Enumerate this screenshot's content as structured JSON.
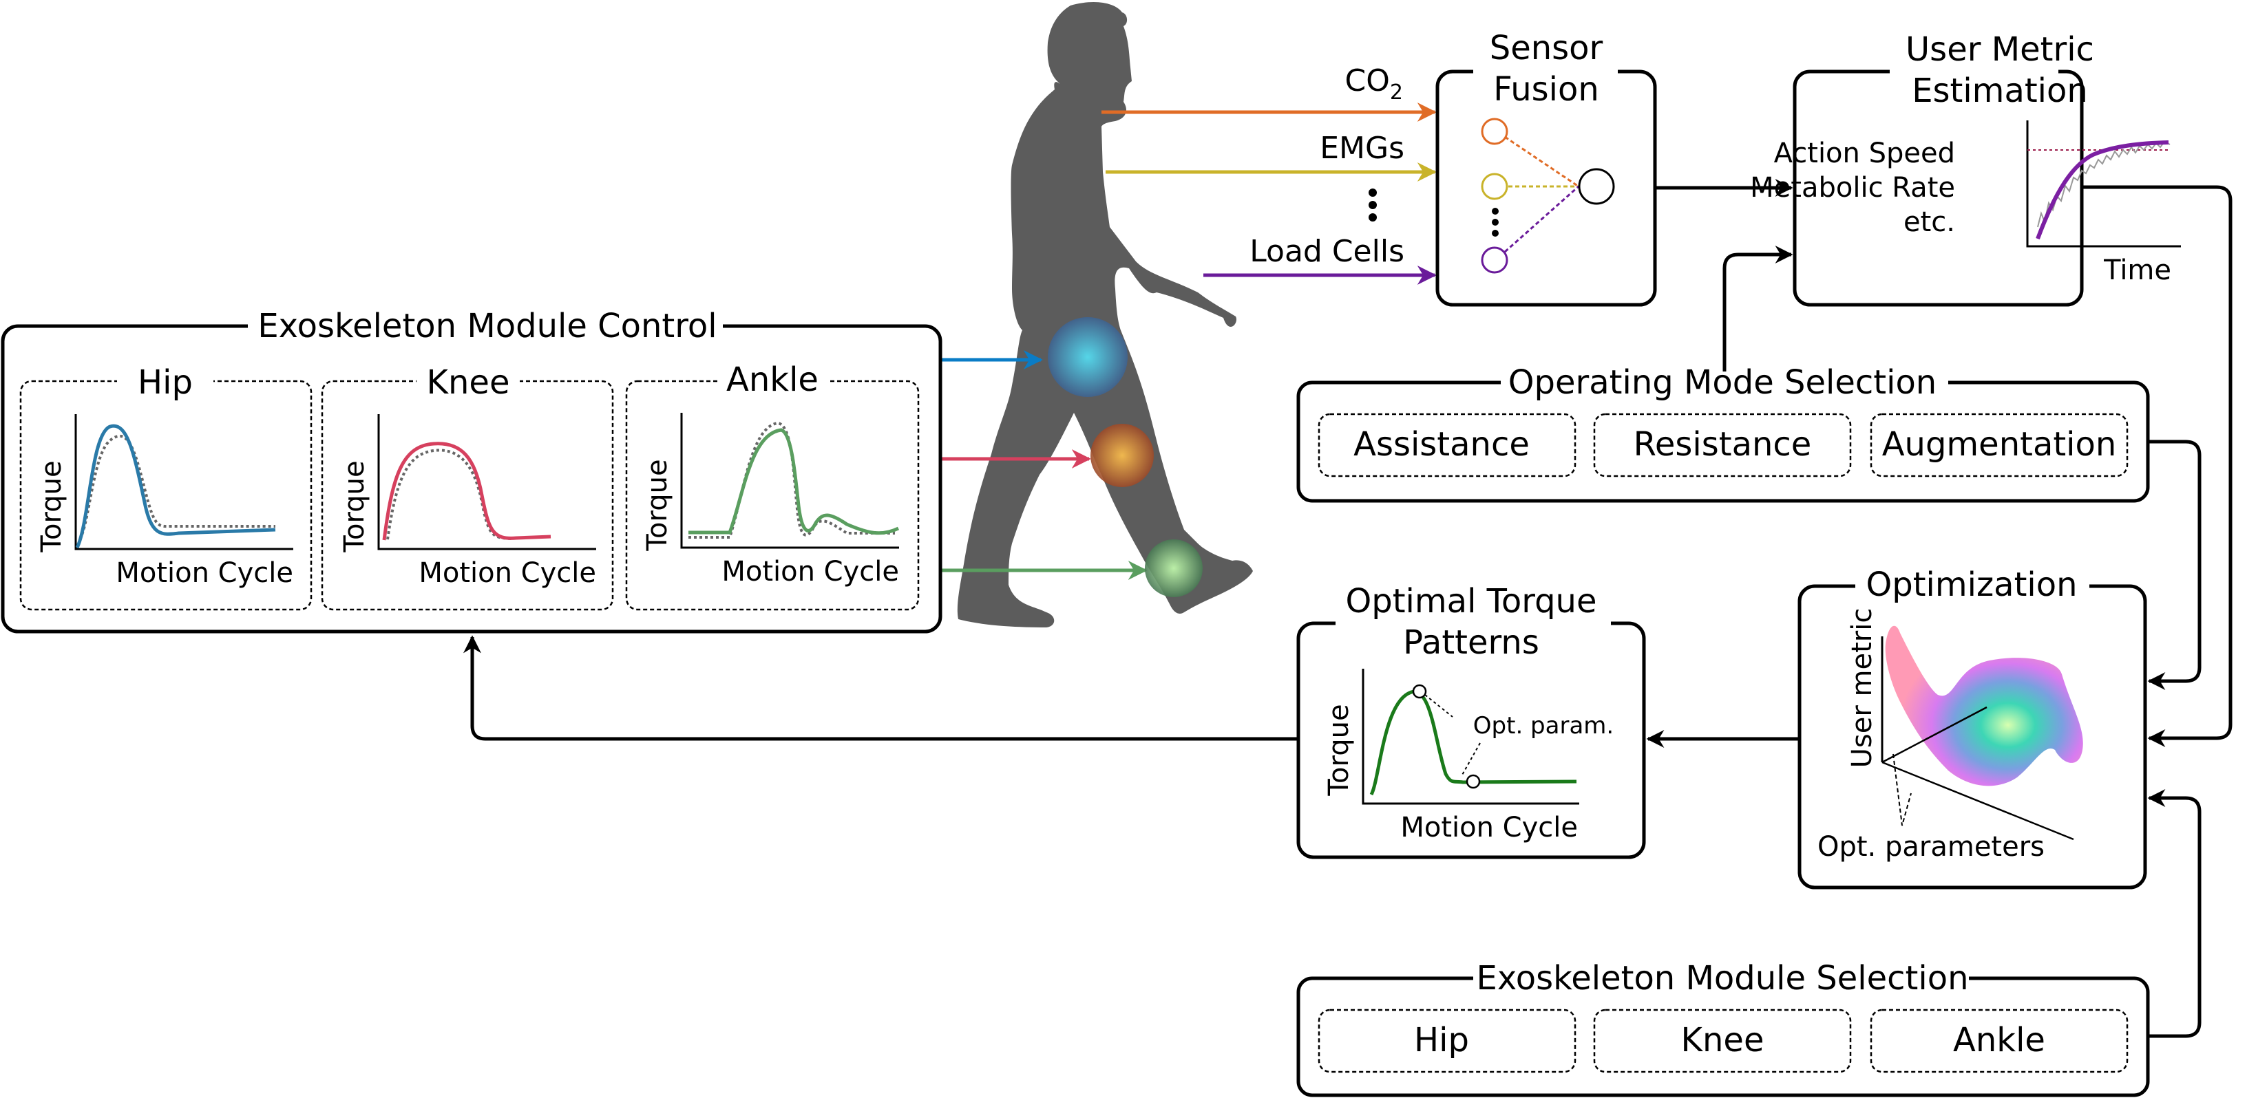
{
  "colors": {
    "co2": "#e06c26",
    "emg": "#c9b32a",
    "load": "#6a1b9a",
    "hip": "#2a7aa8",
    "knee": "#d6405e",
    "ankle": "#5a9e5f",
    "hip_arrow": "#0a7cc6",
    "silhouette": "#5c5c5c",
    "optimal_curve": "#1a7a1a",
    "metric_curve": "#7b1fa2"
  },
  "exo_control": {
    "title": "Exoskeleton Module Control",
    "panels": [
      {
        "name": "Hip",
        "ylabel": "Torque",
        "xlabel": "Motion Cycle"
      },
      {
        "name": "Knee",
        "ylabel": "Torque",
        "xlabel": "Motion Cycle"
      },
      {
        "name": "Ankle",
        "ylabel": "Torque",
        "xlabel": "Motion Cycle"
      }
    ]
  },
  "sensors": {
    "items": [
      {
        "label": "CO",
        "sub": "2"
      },
      {
        "label": "EMGs"
      },
      {
        "label": "Load Cells"
      }
    ],
    "ellipsis": "⋮"
  },
  "sensor_fusion": {
    "title_line1": "Sensor",
    "title_line2": "Fusion"
  },
  "user_metric": {
    "title_line1": "User Metric",
    "title_line2": "Estimation",
    "metrics": [
      "Action Speed",
      "Metabolic Rate",
      "etc."
    ],
    "xlabel": "Time"
  },
  "operating_mode": {
    "title": "Operating Mode Selection",
    "options": [
      "Assistance",
      "Resistance",
      "Augmentation"
    ]
  },
  "optimization": {
    "title": "Optimization",
    "ylabel": "User metric",
    "xlabel": "Opt. parameters"
  },
  "optimal_torque": {
    "title_line1": "Optimal Torque",
    "title_line2": "Patterns",
    "ylabel": "Torque",
    "xlabel": "Motion Cycle",
    "annotation": "Opt. param."
  },
  "module_selection": {
    "title": "Exoskeleton Module Selection",
    "options": [
      "Hip",
      "Knee",
      "Ankle"
    ]
  }
}
